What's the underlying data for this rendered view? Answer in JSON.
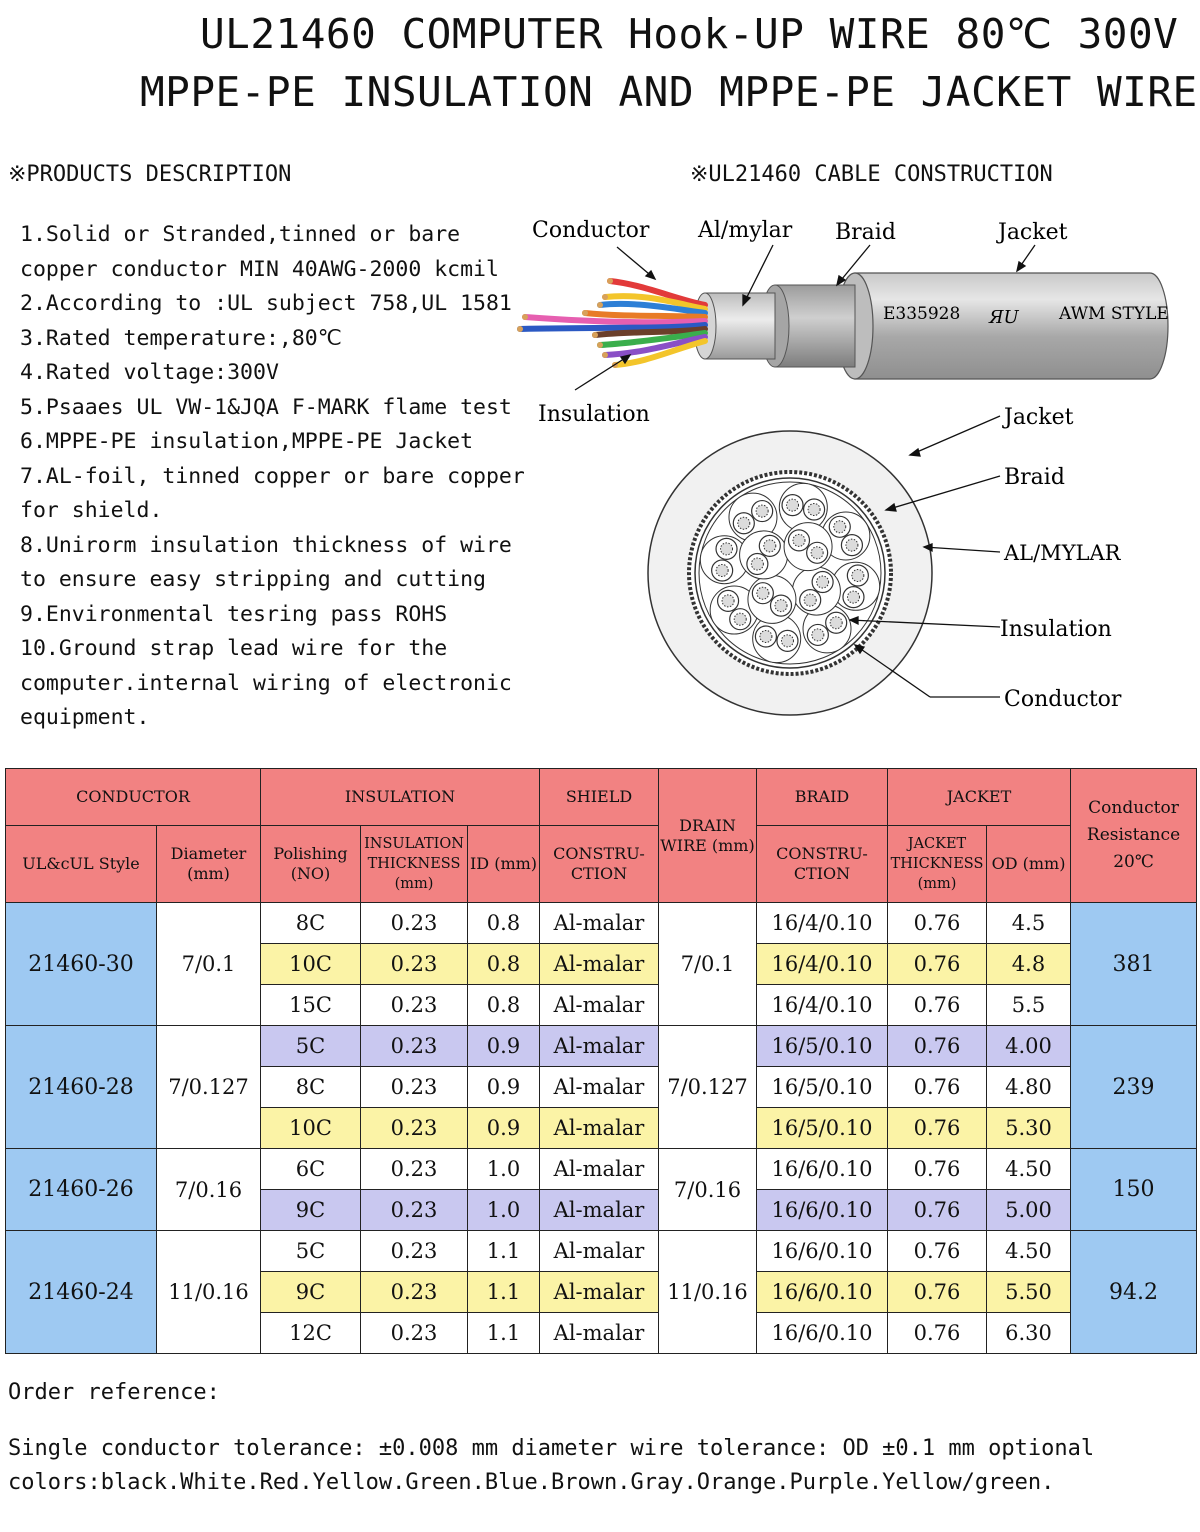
{
  "title": {
    "line1": "UL21460 COMPUTER Hook-UP WIRE 80℃ 300V",
    "line2": "MPPE-PE INSULATION AND MPPE-PE JACKET WIRE"
  },
  "products_description": {
    "heading": "※PRODUCTS DESCRIPTION",
    "items": [
      "1.Solid or Stranded,tinned or bare",
      "copper conductor MIN 40AWG-2000 kcmil",
      "2.According to :UL subject 758,UL 1581",
      "3.Rated temperature:,80℃",
      "4.Rated voltage:300V",
      "5.Psaaes UL VW-1&JQA F-MARK flame test",
      "6.MPPE-PE insulation,MPPE-PE  Jacket",
      "7.AL-foil, tinned copper or bare copper",
      "for shield.",
      "8.Unirorm insulation thickness of wire",
      "to ensure easy stripping and cutting",
      "9.Environmental tesring pass ROHS",
      "10.Ground strap lead wire for the",
      "computer.internal wiring of electronic",
      "equipment."
    ]
  },
  "construction": {
    "heading": "※UL21460 CABLE CONSTRUCTION",
    "side_labels": {
      "conductor": "Conductor",
      "al_mylar": "Al/mylar",
      "braid": "Braid",
      "jacket": "Jacket",
      "insulation": "Insulation"
    },
    "print_marks": [
      "E335928",
      "ЯU",
      "AWM STYLE"
    ],
    "section_labels": {
      "jacket": "Jacket",
      "braid": "Braid",
      "al_mylar": "AL/MYLAR",
      "insulation": "Insulation",
      "conductor": "Conductor"
    },
    "colors": {
      "cable_gray": "#a7a7a7",
      "section_fill": "#f1f1f1"
    }
  },
  "table": {
    "header_groups": [
      "CONDUCTOR",
      "INSULATION",
      "SHIELD",
      "DRAIN WIRE (mm)",
      "BRAID",
      "JACKET",
      "Conductor Resistance 20℃"
    ],
    "header_sub": {
      "style": "UL&cUL Style",
      "diameter": "Diameter (mm)",
      "polishing": "Polishing (NO)",
      "ins_thickness": "INSULATION THICKNESS (mm)",
      "id": "ID (mm)",
      "shield_constr": "CONSTRU- CTION",
      "braid_constr": "CONSTRU- CTION",
      "jacket_thickness": "JACKET THICKNESS (mm)",
      "od": "OD (mm)"
    },
    "groups": [
      {
        "style": "21460-30",
        "diameter": "7/0.1",
        "drain": "7/0.1",
        "resistance": "381",
        "rows": [
          {
            "cores": "8C",
            "ins": "0.23",
            "id": "0.8",
            "shield": "Al-malar",
            "braid": "16/4/0.10",
            "jt": "0.76",
            "od": "4.5",
            "hl": "none"
          },
          {
            "cores": "10C",
            "ins": "0.23",
            "id": "0.8",
            "shield": "Al-malar",
            "braid": "16/4/0.10",
            "jt": "0.76",
            "od": "4.8",
            "hl": "yellow"
          },
          {
            "cores": "15C",
            "ins": "0.23",
            "id": "0.8",
            "shield": "Al-malar",
            "braid": "16/4/0.10",
            "jt": "0.76",
            "od": "5.5",
            "hl": "none"
          }
        ]
      },
      {
        "style": "21460-28",
        "diameter": "7/0.127",
        "drain": "7/0.127",
        "resistance": "239",
        "rows": [
          {
            "cores": "5C",
            "ins": "0.23",
            "id": "0.9",
            "shield": "Al-malar",
            "braid": "16/5/0.10",
            "jt": "0.76",
            "od": "4.00",
            "hl": "purple"
          },
          {
            "cores": "8C",
            "ins": "0.23",
            "id": "0.9",
            "shield": "Al-malar",
            "braid": "16/5/0.10",
            "jt": "0.76",
            "od": "4.80",
            "hl": "none"
          },
          {
            "cores": "10C",
            "ins": "0.23",
            "id": "0.9",
            "shield": "Al-malar",
            "braid": "16/5/0.10",
            "jt": "0.76",
            "od": "5.30",
            "hl": "yellow"
          }
        ]
      },
      {
        "style": "21460-26",
        "diameter": "7/0.16",
        "drain": "7/0.16",
        "resistance": "150",
        "rows": [
          {
            "cores": "6C",
            "ins": "0.23",
            "id": "1.0",
            "shield": "Al-malar",
            "braid": "16/6/0.10",
            "jt": "0.76",
            "od": "4.50",
            "hl": "none"
          },
          {
            "cores": "9C",
            "ins": "0.23",
            "id": "1.0",
            "shield": "Al-malar",
            "braid": "16/6/0.10",
            "jt": "0.76",
            "od": "5.00",
            "hl": "purple"
          }
        ]
      },
      {
        "style": "21460-24",
        "diameter": "11/0.16",
        "drain": "11/0.16",
        "resistance": "94.2",
        "rows": [
          {
            "cores": "5C",
            "ins": "0.23",
            "id": "1.1",
            "shield": "Al-malar",
            "braid": "16/6/0.10",
            "jt": "0.76",
            "od": "4.50",
            "hl": "none"
          },
          {
            "cores": "9C",
            "ins": "0.23",
            "id": "1.1",
            "shield": "Al-malar",
            "braid": "16/6/0.10",
            "jt": "0.76",
            "od": "5.50",
            "hl": "yellow"
          },
          {
            "cores": "12C",
            "ins": "0.23",
            "id": "1.1",
            "shield": "Al-malar",
            "braid": "16/6/0.10",
            "jt": "0.76",
            "od": "6.30",
            "hl": "none"
          }
        ]
      }
    ],
    "colors": {
      "header": "#f28282",
      "group_cell": "#9ec9f2",
      "yellow_row": "#fbf3a6",
      "purple_row": "#c9c8f0"
    }
  },
  "footer": {
    "order_reference": "Order reference:",
    "tolerance": "Single conductor tolerance: ±0.008 mm  diameter wire tolerance: OD ±0.1 mm optional",
    "colors": "colors:black.White.Red.Yellow.Green.Blue.Brown.Gray.Orange.Purple.Yellow/green."
  }
}
